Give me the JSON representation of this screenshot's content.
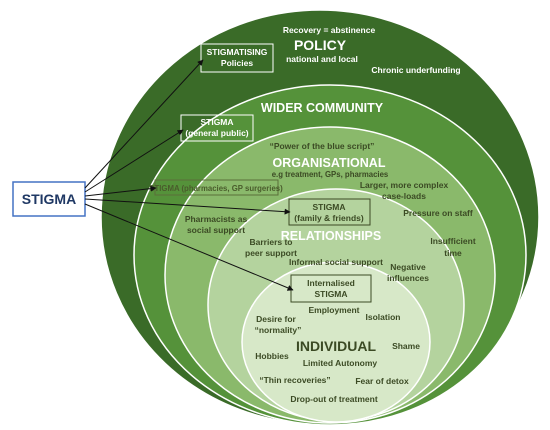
{
  "source": {
    "label": "STIGMA",
    "colors": {
      "border": "#4472c4",
      "text": "#1f3864"
    }
  },
  "layers": {
    "policy": {
      "title": "POLICY",
      "subtitle": "national and local",
      "stigma_box": [
        "STIGMATISING",
        "Policies"
      ],
      "factors": {
        "recovery": "Recovery = abstinence",
        "underfunding": "Chronic underfunding"
      },
      "color": "#3a6b28"
    },
    "wider_community": {
      "title": "WIDER COMMUNITY",
      "stigma_box": [
        "STIGMA",
        "(general public)"
      ],
      "color": "#55923a"
    },
    "organisational": {
      "title": "ORGANISATIONAL",
      "subtitle": "e.g treatment, GPs, pharmacies",
      "stigma_box": "STIGMA (pharmacies, GP surgeries)",
      "factors": {
        "blue_script": "“Power of the blue script”",
        "caseloads": [
          "Larger, more complex",
          "case-loads"
        ],
        "pressure": "Pressure on staff",
        "time": [
          "Insufficient",
          "time"
        ],
        "pharmacists": [
          "Pharmacists as",
          "social support"
        ]
      },
      "color": "#8ab96b"
    },
    "relationships": {
      "title": "RELATIONSHIPS",
      "stigma_box": [
        "STIGMA",
        "(family & friends)"
      ],
      "factors": {
        "barriers": [
          "Barriers to",
          "peer support"
        ],
        "informal": "Informal social support",
        "negative": [
          "Negative",
          "influences"
        ]
      },
      "color": "#b4d39e"
    },
    "individual": {
      "title": "INDIVIDUAL",
      "stigma_box": [
        "Internalised",
        "STIGMA"
      ],
      "factors": {
        "normality": [
          "Desire for",
          "“normality”"
        ],
        "employment": "Employment",
        "isolation": "Isolation",
        "shame": "Shame",
        "hobbies": "Hobbies",
        "autonomy": "Limited Autonomy",
        "thin": "“Thin recoveries”",
        "detox": "Fear of detox",
        "dropout": "Drop-out of treatment"
      },
      "color": "#d7e8c8"
    }
  }
}
